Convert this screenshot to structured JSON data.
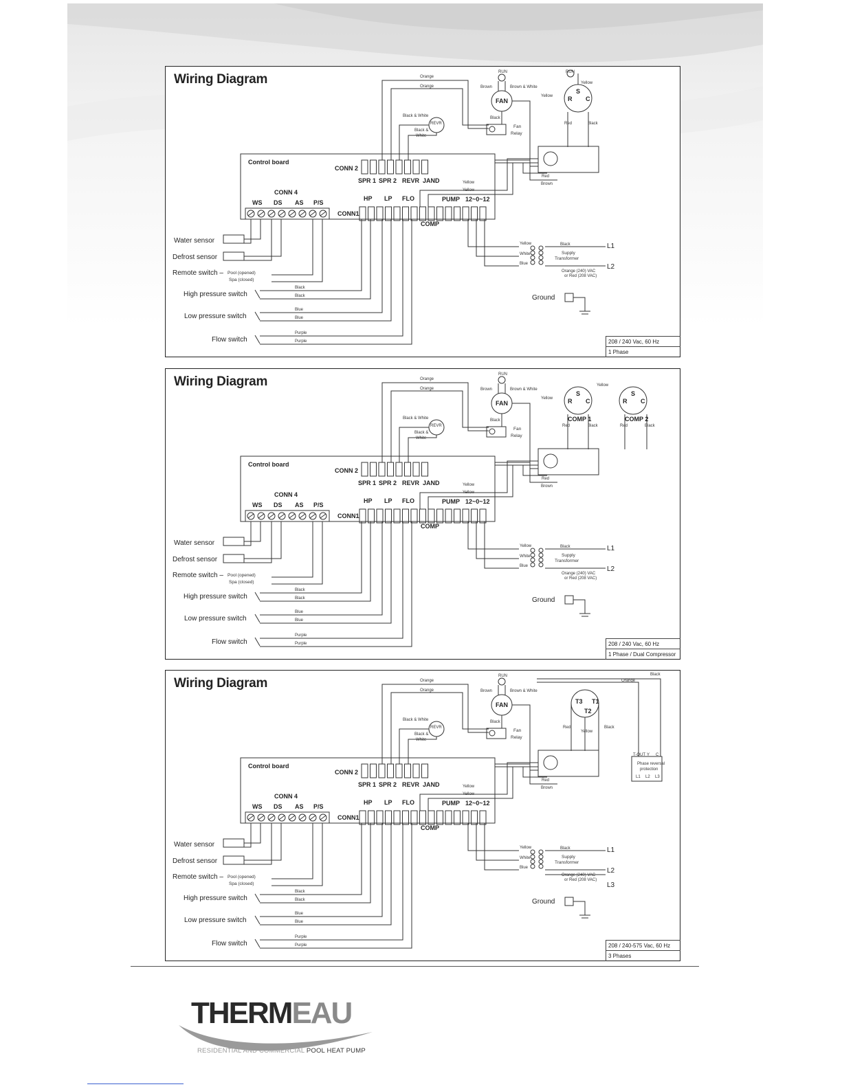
{
  "diagrams": [
    {
      "title": "Wiring Diagram",
      "spec_line1": "208 / 240 Vac, 60 Hz",
      "spec_line2": "1 Phase"
    },
    {
      "title": "Wiring Diagram",
      "spec_line1": "208 / 240 Vac, 60 Hz",
      "spec_line2": "1 Phase / Dual Compressor"
    },
    {
      "title": "Wiring Diagram",
      "spec_line1": "208 / 240-575 Vac, 60 Hz",
      "spec_line2": "3 Phases"
    }
  ],
  "labels": {
    "control_board": "Control board",
    "conn2": "CONN 2",
    "conn4": "CONN 4",
    "conn1": "CONN1",
    "spr1": "SPR 1",
    "spr2": "SPR 2",
    "revr": "REVR",
    "jand": "JAND",
    "ws": "WS",
    "ds": "DS",
    "as": "AS",
    "ps": "P/S",
    "hp": "HP",
    "lp": "LP",
    "flo": "FLO",
    "pump": "PUMP",
    "tw": "12~0~12",
    "comp": "COMP",
    "water_sensor": "Water sensor",
    "defrost_sensor": "Defrost sensor",
    "remote_switch": "Remote switch –",
    "pool": "Pool (opened)",
    "spa": "Spa (closed)",
    "high_pressure": "High pressure switch",
    "low_pressure": "Low pressure switch",
    "flow_switch": "Flow switch",
    "fan": "FAN",
    "run": "RUN",
    "fan_relay_1": "Fan",
    "fan_relay_2": "Relay",
    "revr_coil": "REVR",
    "orange": "Orange",
    "brown": "Brown",
    "brown_white": "Brown & White",
    "black": "Black",
    "bw1": "Black & White",
    "bw2": "Black &",
    "bw3": "White",
    "yellow": "Yellow",
    "red": "Red",
    "white": "White",
    "blue": "Blue",
    "purple": "Purple",
    "supply1": "Supply",
    "supply2": "Transformer",
    "volt1": "Orange (240) VAC",
    "volt2": "or Red (208 VAC)",
    "l1": "L1",
    "l2": "L2",
    "l3": "L3",
    "ground": "Ground",
    "s": "S",
    "r": "R",
    "c": "C",
    "comp1": "COMP 1",
    "comp2": "COMP 2",
    "t1": "T1",
    "t2": "T2",
    "t3": "T3",
    "t_out": "T-OUT",
    "y": "Y",
    "cc": "C",
    "phase1": "Phase reversal",
    "phase2": "protection",
    "pl1": "L1",
    "pl2": "L2",
    "pl3": "L3"
  },
  "brand": {
    "word_main": "THERM",
    "word_eau": "EAU",
    "tag_grey": "RESIDENTIAL AND COMMERCIAL",
    "tag_dark": "POOL HEAT PUMP"
  }
}
